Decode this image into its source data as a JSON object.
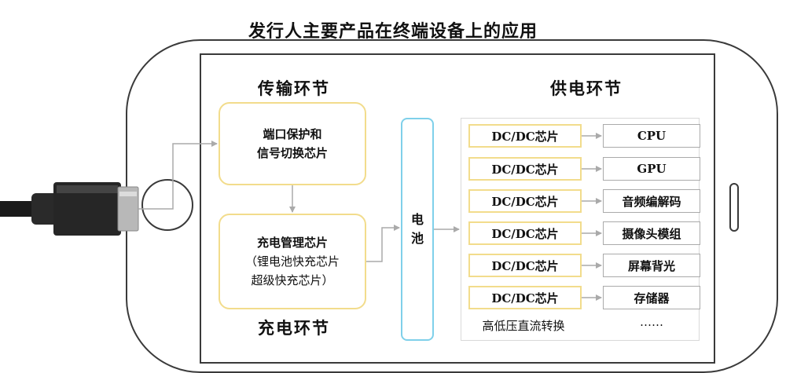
{
  "title": "发行人主要产品在终端设备上的应用",
  "sections": {
    "transmission": "传输环节",
    "power_supply": "供电环节",
    "charging": "充电环节"
  },
  "boxes": {
    "port_protection": [
      "端口保护和",
      "信号切换芯片"
    ],
    "charge_management": [
      "充电管理芯片",
      "（锂电池快充芯片",
      "超级快充芯片）"
    ],
    "battery": [
      "电",
      "池"
    ]
  },
  "dc_chips": [
    "DC/DC芯片",
    "DC/DC芯片",
    "DC/DC芯片",
    "DC/DC芯片",
    "DC/DC芯片",
    "DC/DC芯片"
  ],
  "targets": [
    "CPU",
    "GPU",
    "音频编解码",
    "摄像头模组",
    "屏幕背光",
    "存储器"
  ],
  "dc_caption": "高低压直流转换",
  "more": "……",
  "colors": {
    "yellow_border": "#f2dc8c",
    "blue_border": "#7fd0ea",
    "arrow": "#aaaaaa",
    "outline": "#3a3a3a"
  },
  "icons": [
    "usb-cable-icon"
  ]
}
